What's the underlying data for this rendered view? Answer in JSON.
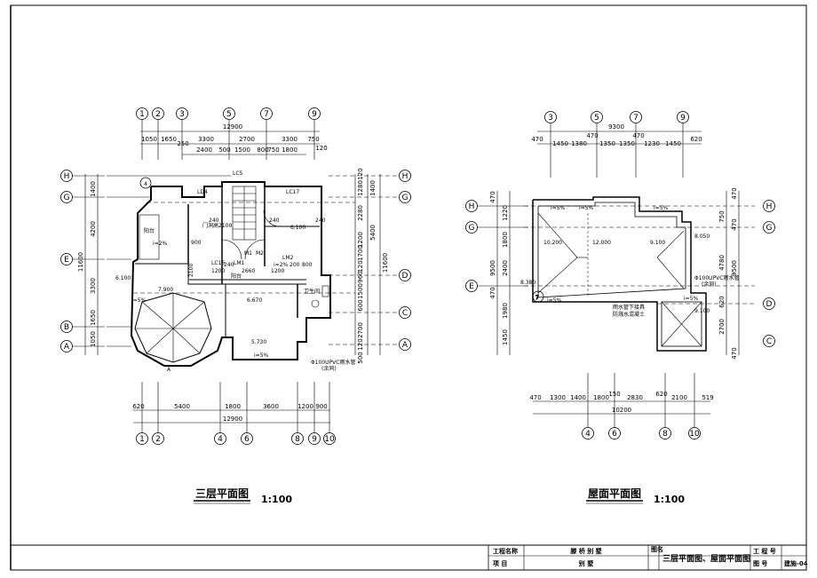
{
  "left_plan": {
    "title": "三层平面图",
    "scale": "1:100",
    "top_axes": [
      "1",
      "2",
      "3",
      "5",
      "7",
      "9"
    ],
    "top_total": "12900",
    "top_dims_row1": [
      "1050",
      "1650",
      "3300",
      "2700",
      "3300",
      "750"
    ],
    "top_dims_row2": [
      "2400",
      "500",
      "1500",
      "800",
      "750",
      "1800"
    ],
    "top_extra": [
      "250",
      "120"
    ],
    "bottom_axes": [
      "1",
      "2",
      "4",
      "6",
      "8",
      "9",
      "10"
    ],
    "bottom_dims": [
      "620",
      "5400",
      "1800",
      "3600",
      "1200",
      "900"
    ],
    "bottom_total": "12900",
    "left_axes": [
      "H",
      "G",
      "E",
      "B",
      "A"
    ],
    "left_dims": [
      "1400",
      "4200",
      "3300",
      "1650",
      "1050"
    ],
    "left_total": "11600",
    "right_axes": [
      "H",
      "G",
      "D",
      "C",
      "A"
    ],
    "right_dims": [
      "120",
      "1280",
      "1400",
      "2280",
      "1200",
      "1700",
      "120",
      "960",
      "1500",
      "600",
      "2700",
      "120",
      "500"
    ],
    "right_totals": [
      "5400",
      "11600"
    ],
    "labels": {
      "lc5": "LC5",
      "lc17": "LC17",
      "ld4": "LD4",
      "lc16": "LC16",
      "lm1": "LM1",
      "lm2": "LM2",
      "mm1": "M1",
      "mm2": "M2",
      "door": "门洞高2100",
      "balcony1": "阳台",
      "balcony2": "阳台",
      "slope1": "i=2%",
      "slope2": "i=2%",
      "slope3": "i=5%",
      "slope4": "i=5%",
      "lev1": "6.100",
      "lev2": "6.100",
      "lev3": "7.900",
      "lev4": "6.670",
      "lev5": "5.730",
      "toilet": "卫生间",
      "pipe1": "Φ100UPVC雨水管",
      "pipe2": "(余同)",
      "d240a": "240",
      "d240b": "240",
      "d240c": "240",
      "d240d": "240",
      "d900": "900",
      "d1200": "1200",
      "d2660": "2660",
      "d1200b": "1200",
      "d200": "200",
      "d800": "800",
      "d2100": "2100",
      "sec": "A"
    }
  },
  "right_plan": {
    "title": "屋面平面图",
    "scale": "1:100",
    "top_axes": [
      "3",
      "5",
      "7",
      "9"
    ],
    "top_total": "9300",
    "top_dims": [
      "470",
      "1450",
      "1380",
      "1350",
      "1350",
      "1230",
      "1450",
      "620"
    ],
    "top_extra": [
      "470",
      "470"
    ],
    "bottom_axes": [
      "4",
      "6",
      "8",
      "10"
    ],
    "bottom_dims": [
      "470",
      "1300",
      "1400",
      "1800",
      "150",
      "2830",
      "620",
      "2100",
      "519"
    ],
    "bottom_total": "10200",
    "left_axes": [
      "H",
      "G",
      "E"
    ],
    "left_dims": [
      "470",
      "1220",
      "1800",
      "2400",
      "470",
      "1980",
      "1450"
    ],
    "left_total": "9500",
    "right_axes": [
      "H",
      "G",
      "D",
      "C"
    ],
    "right_dims": [
      "470",
      "750",
      "470",
      "4780",
      "620",
      "2700",
      "470"
    ],
    "right_total": "9500",
    "labels": {
      "lev1": "10.200",
      "lev2": "12.000",
      "lev3": "9.100",
      "lev4": "8.050",
      "lev5": "8.380",
      "lev6": "9.100",
      "slope1": "i=5%",
      "slope2": "i=5%",
      "slope3": "i=5%",
      "slope4": "i=5%",
      "slope5": "i=5%",
      "pipe1": "Φ100UPVC雨水管",
      "pipe2": "(余同)",
      "note1": "雨水管下接具",
      "note2": "防溅水混凝土",
      "axis7": "7"
    }
  },
  "title_block": {
    "project_name_label": "工程名称",
    "project_name": "滕 桥 别 墅",
    "item_label": "项    目",
    "item": "别    墅",
    "drawing_label": "图名",
    "drawing_title": "三层平面图、屋面平面图",
    "job_no_label": "工 程 号",
    "drawing_no_label": "图    号",
    "drawing_no": "建施-04"
  }
}
